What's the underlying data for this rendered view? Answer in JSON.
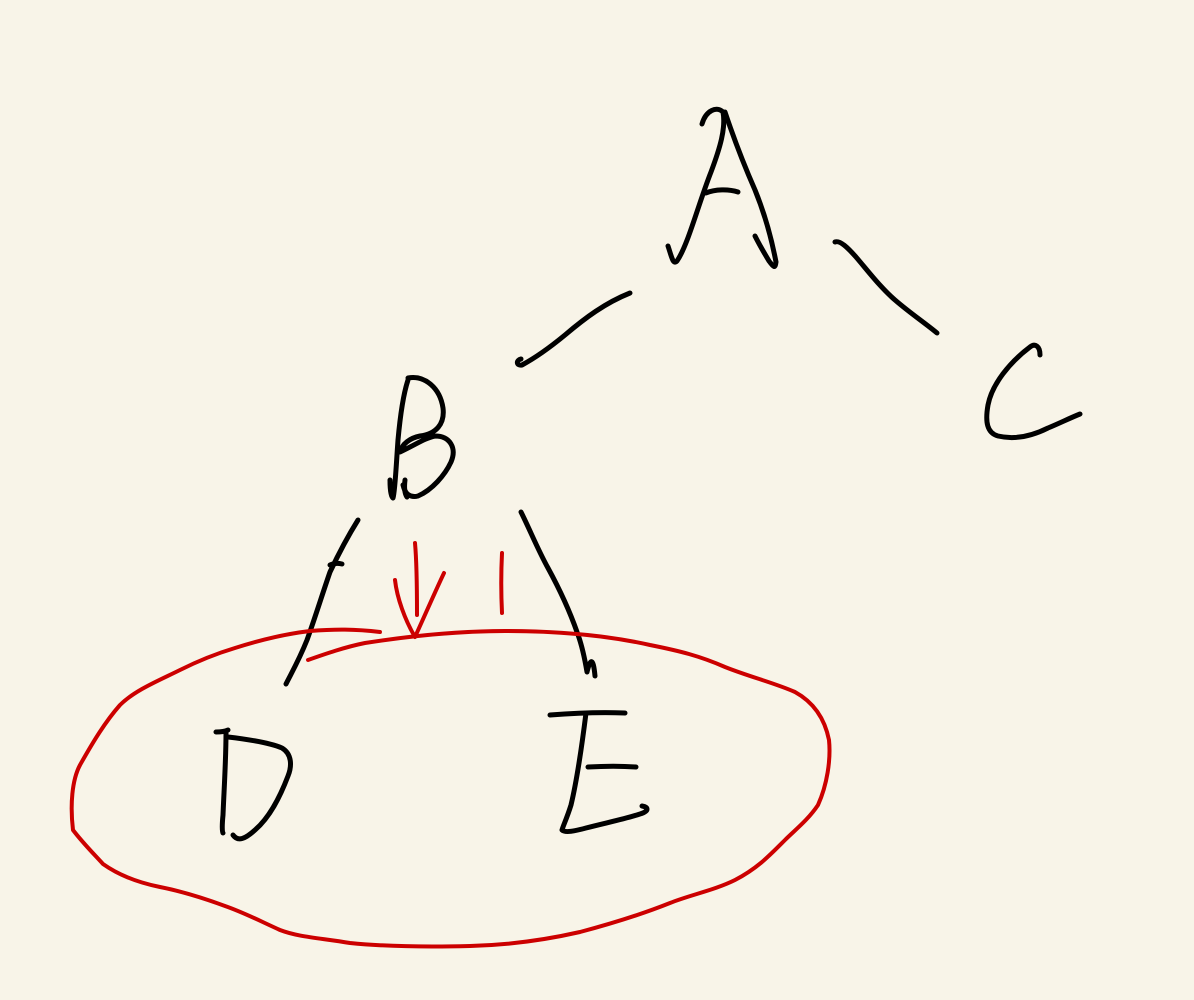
{
  "diagram": {
    "type": "tree",
    "colors": {
      "background": "#f8f4e8",
      "ink": "#000000",
      "highlight": "#cc0000"
    },
    "nodes": [
      {
        "id": "A",
        "label": "A"
      },
      {
        "id": "B",
        "label": "B"
      },
      {
        "id": "C",
        "label": "C"
      },
      {
        "id": "D",
        "label": "D"
      },
      {
        "id": "E",
        "label": "E"
      }
    ],
    "edges": [
      {
        "from": "A",
        "to": "B"
      },
      {
        "from": "A",
        "to": "C"
      },
      {
        "from": "B",
        "to": "D"
      },
      {
        "from": "B",
        "to": "E"
      }
    ],
    "highlight": {
      "shape": "ellipse",
      "encloses": [
        "D",
        "E"
      ],
      "arrows": 1
    }
  }
}
